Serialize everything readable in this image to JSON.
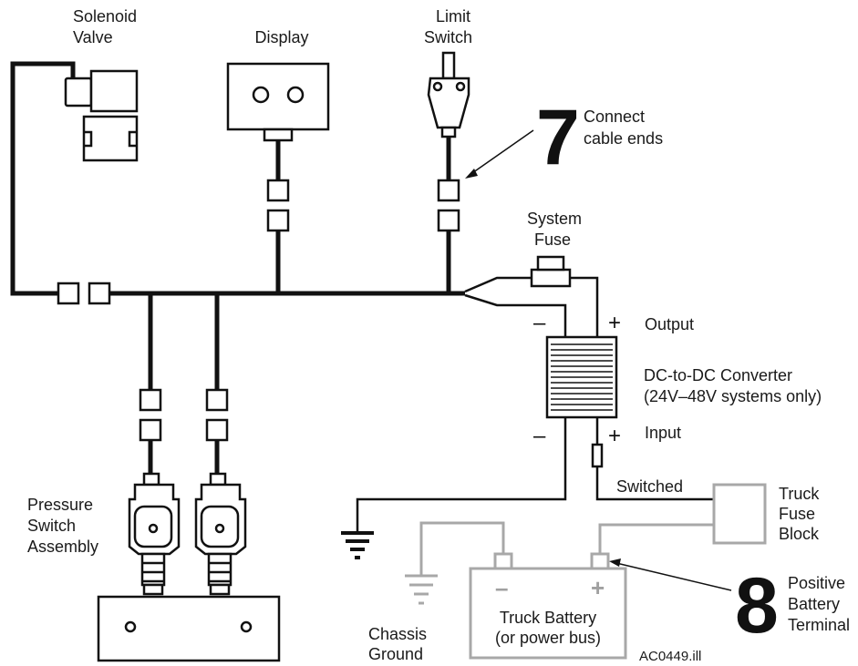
{
  "labels": {
    "solenoid_valve": [
      "Solenoid",
      "Valve"
    ],
    "display": "Display",
    "limit_switch": [
      "Limit",
      "Switch"
    ],
    "connect_cable_ends": [
      "Connect",
      "cable ends"
    ],
    "system_fuse": [
      "System",
      "Fuse"
    ],
    "output": "Output",
    "converter": [
      "DC-to-DC Converter",
      "(24V–48V systems only)"
    ],
    "input": "Input",
    "switched": "Switched",
    "truck_fuse_block": [
      "Truck",
      "Fuse",
      "Block"
    ],
    "pressure_switch_assembly": [
      "Pressure",
      "Switch",
      "Assembly"
    ],
    "chassis_ground": [
      "Chassis",
      "Ground"
    ],
    "truck_battery": [
      "Truck Battery",
      "(or power bus)"
    ],
    "positive_battery_terminal": [
      "Positive",
      "Battery",
      "Terminal"
    ],
    "figure_id": "AC0449.ill"
  },
  "steps": {
    "step7": "7",
    "step8": "8"
  },
  "signs": {
    "minus": "–",
    "plus": "+"
  },
  "colors": {
    "wire": "#111111",
    "grey_wire": "#a8a8a8"
  }
}
